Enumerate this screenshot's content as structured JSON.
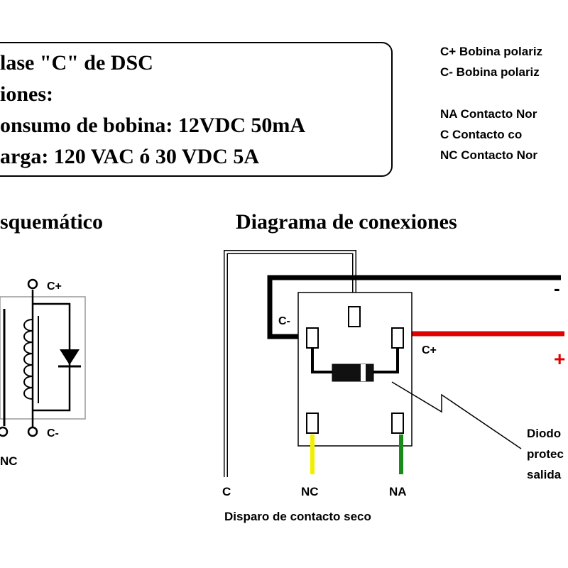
{
  "info_box": {
    "line1": "lase \"C\" de DSC",
    "line2": "iones:",
    "line3": "onsumo de bobina: 12VDC 50mA",
    "line4": "arga: 120 VAC ó 30 VDC 5A"
  },
  "legend": {
    "cplus": "C+ Bobina polariz",
    "cminus": "C-  Bobina polariz",
    "na": "NA   Contacto Nor",
    "c": "C      Contacto co",
    "nc": "NC   Contacto Nor"
  },
  "schematic": {
    "title": "squemático",
    "cplus": "C+",
    "cminus": "C-",
    "nc": "NC"
  },
  "connections": {
    "title": "Diagrama de conexiones",
    "cminus": "C-",
    "cplus": "C+",
    "minus_sign": "-",
    "plus_sign": "+",
    "c_label": "C",
    "nc_label": "NC",
    "na_label": "NA",
    "dry_contact": "Disparo de contacto seco",
    "diode_line1": "Diodo",
    "diode_line2": "protec",
    "diode_line3": "salida"
  },
  "colors": {
    "background": "#ffffff",
    "stroke": "#000000",
    "positive_wire": "#e00000",
    "nc_wire": "#f0f000",
    "na_wire": "#1a8a1a",
    "gray_wire": "#888888"
  }
}
